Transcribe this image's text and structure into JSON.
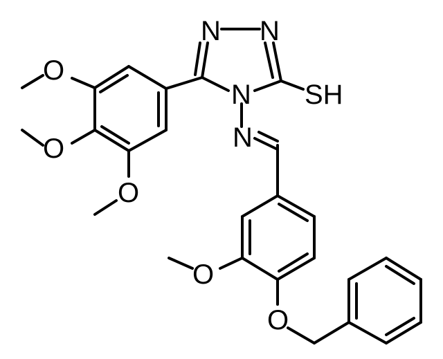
{
  "molecule": {
    "atoms": {
      "n1": "N",
      "n2": "N",
      "n4": "N",
      "n_imine": "N",
      "sh": "SH",
      "o_top": "O",
      "o_mid": "O",
      "o_bot": "O",
      "o_methoxy": "O",
      "o_benzyloxy": "O"
    }
  }
}
